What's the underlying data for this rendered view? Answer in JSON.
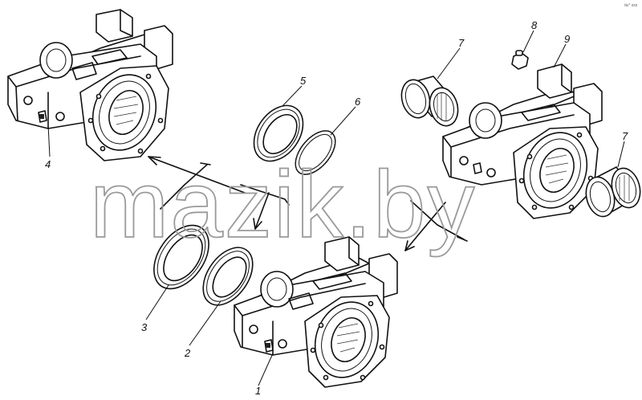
{
  "watermark": "mazik.by",
  "corner_mark": "№° ххх",
  "callouts": [
    "1",
    "2",
    "3",
    "4",
    "5",
    "6",
    "7",
    "7",
    "8",
    "9"
  ]
}
